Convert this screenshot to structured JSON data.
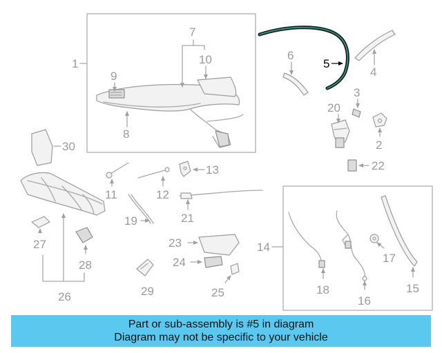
{
  "colors": {
    "banner_bg": "#5bc8f0",
    "highlight_part": "#1a7f6e",
    "outline": "#9a9a9a"
  },
  "callouts": {
    "c1": "1",
    "c2": "2",
    "c3": "3",
    "c4": "4",
    "c5": "5",
    "c6": "6",
    "c7": "7",
    "c8": "8",
    "c9": "9",
    "c10": "10",
    "c11": "11",
    "c12": "12",
    "c13": "13",
    "c14": "14",
    "c15": "15",
    "c16": "16",
    "c17": "17",
    "c18": "18",
    "c19": "19",
    "c20": "20",
    "c21": "21",
    "c22": "22",
    "c23": "23",
    "c24": "24",
    "c25": "25",
    "c26": "26",
    "c27": "27",
    "c28": "28",
    "c29": "29",
    "c30": "30"
  },
  "banner": {
    "line1": "Part or sub-assembly is #5 in diagram",
    "line2": "Diagram may not be specific to your vehicle"
  }
}
